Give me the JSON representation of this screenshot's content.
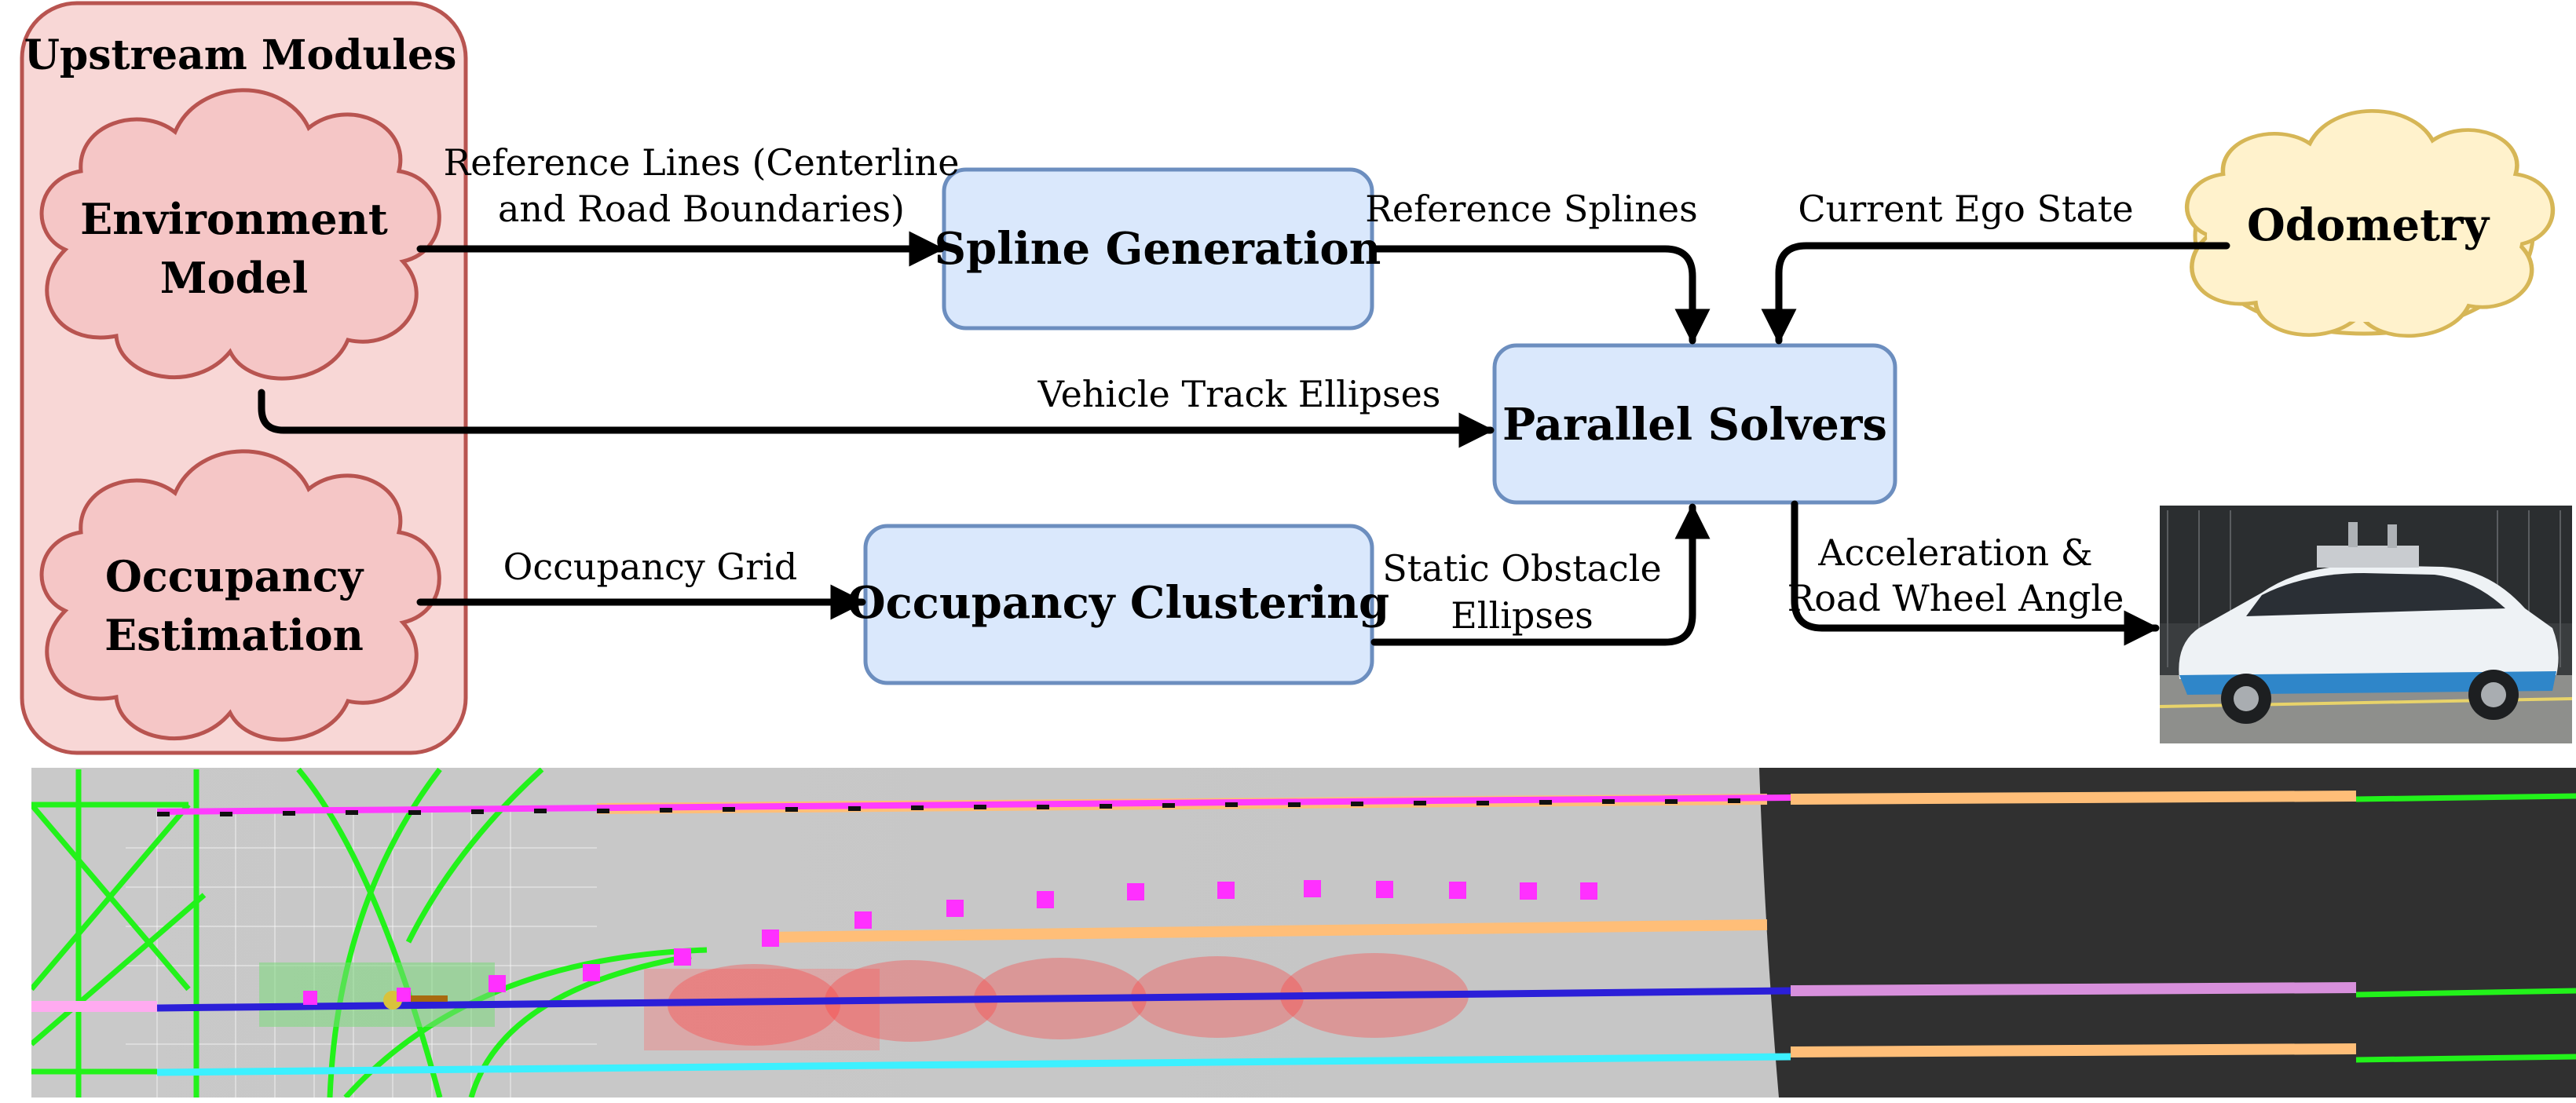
{
  "diagram": {
    "upstream_title": "Upstream Modules",
    "nodes": {
      "environment_model": [
        "Environment",
        "Model"
      ],
      "occupancy_estimation": [
        "Occupancy",
        "Estimation"
      ],
      "spline_generation": "Spline Generation",
      "occupancy_clustering": "Occupancy Clustering",
      "parallel_solvers": "Parallel Solvers",
      "odometry": "Odometry"
    },
    "edges": {
      "reference_lines": [
        "Reference Lines (Centerline",
        "and Road Boundaries)"
      ],
      "reference_splines": "Reference Splines",
      "current_ego_state": "Current Ego State",
      "vehicle_track_ellipses": "Vehicle Track Ellipses",
      "occupancy_grid": "Occupancy Grid",
      "static_obstacle_ellipses": [
        "Static Obstacle",
        "Ellipses"
      ],
      "control_output": [
        "Acceleration &",
        "Road Wheel Angle"
      ]
    },
    "colors": {
      "upstream_fill": "#f8d7d6",
      "upstream_stroke": "#b85450",
      "cloud_fill": "#f5c6c6",
      "solver_fill": "#dae8fc",
      "solver_stroke": "#6c8ebf",
      "odometry_fill": "#fff2cc",
      "odometry_stroke": "#d6b656",
      "arrow": "#000000"
    },
    "images": {
      "vehicle_photo": "car-photo",
      "simulation_view": "planner-visualization"
    }
  }
}
